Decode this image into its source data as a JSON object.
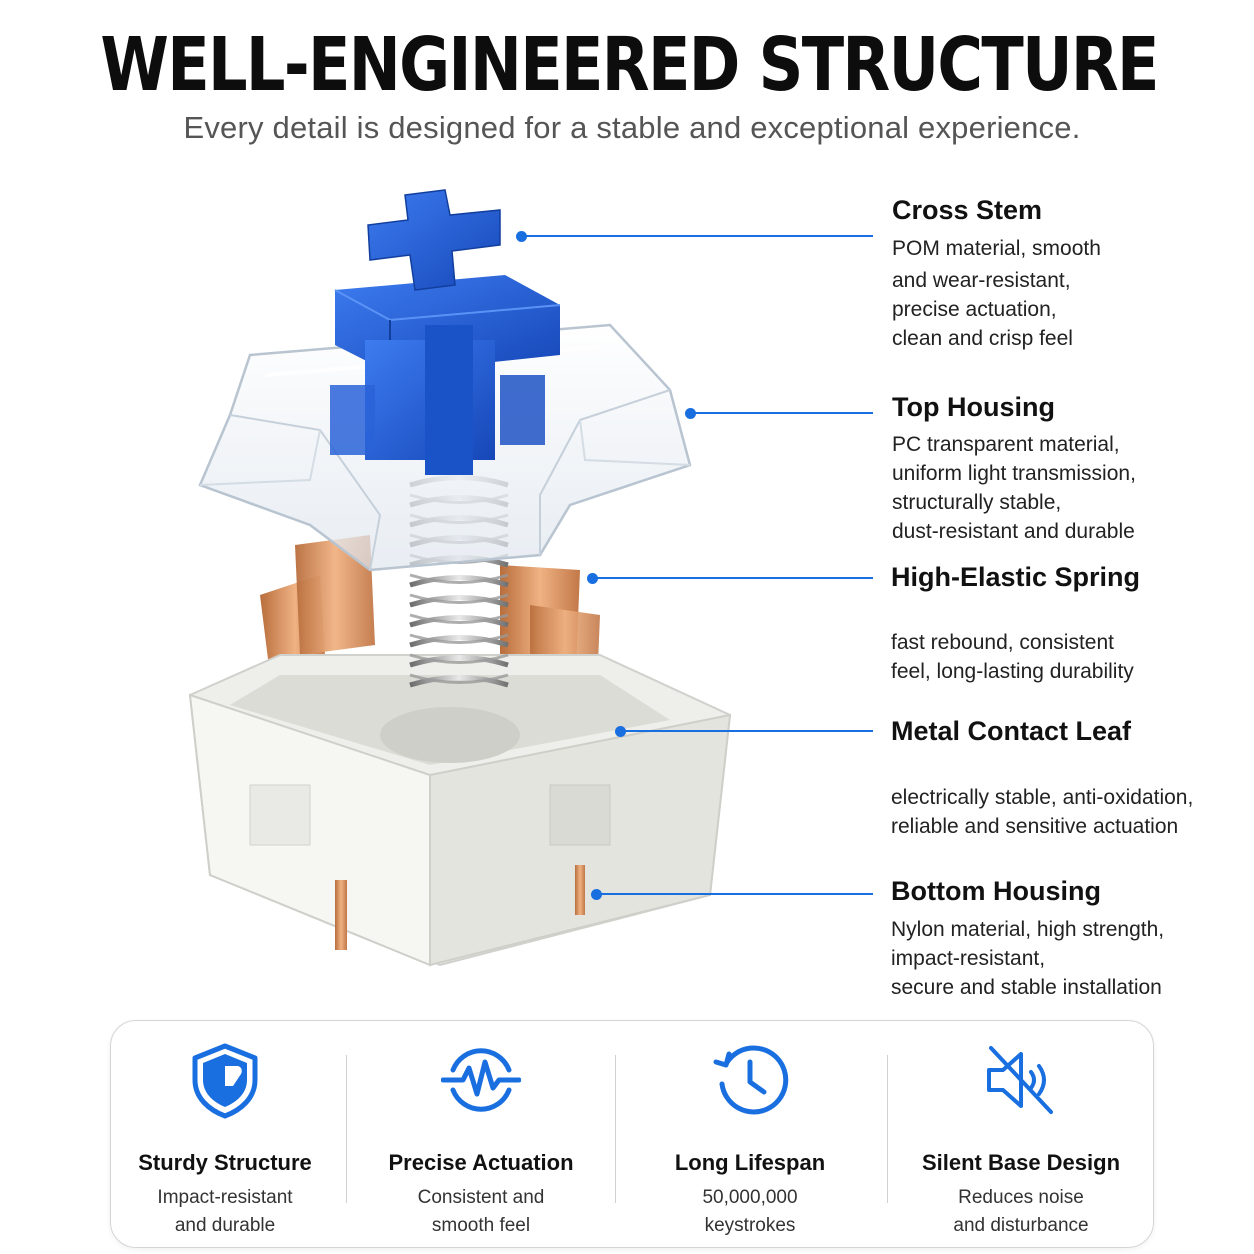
{
  "header": {
    "title": "WELL-ENGINEERED STRUCTURE",
    "subtitle": "Every detail is designed for a stable and exceptional experience."
  },
  "colors": {
    "accent": "#1a6fe0",
    "stem": "#1f5fd6",
    "copper": "#d08c5a",
    "housing": "#f1f1ee"
  },
  "components": [
    {
      "title": "Cross Stem",
      "desc": [
        "POM material, smooth",
        "and wear-resistant,",
        "precise actuation,",
        "clean and crisp feel"
      ]
    },
    {
      "title": "Top Housing",
      "desc": [
        "PC transparent material,",
        "uniform light transmission,",
        "structurally stable,",
        "dust-resistant and durable"
      ]
    },
    {
      "title": "High-Elastic Spring",
      "desc": [
        "fast rebound, consistent",
        "feel, long-lasting durability"
      ]
    },
    {
      "title": "Metal Contact Leaf",
      "desc": [
        "electrically stable, anti-oxidation,",
        "reliable and sensitive actuation"
      ]
    },
    {
      "title": "Bottom Housing",
      "desc": [
        "Nylon material, high strength,",
        "impact-resistant,",
        "secure and stable installation"
      ]
    }
  ],
  "features": [
    {
      "icon": "shield-icon",
      "title": "Sturdy Structure",
      "desc": [
        "Impact-resistant",
        "and durable"
      ]
    },
    {
      "icon": "pulse-icon",
      "title": "Precise Actuation",
      "desc": [
        "Consistent and",
        "smooth feel"
      ]
    },
    {
      "icon": "clock-icon",
      "title": "Long Lifespan",
      "desc": [
        "50,000,000",
        "keystrokes"
      ]
    },
    {
      "icon": "muted-speaker-icon",
      "title": "Silent Base Design",
      "desc": [
        "Reduces noise",
        "and disturbance"
      ]
    }
  ]
}
